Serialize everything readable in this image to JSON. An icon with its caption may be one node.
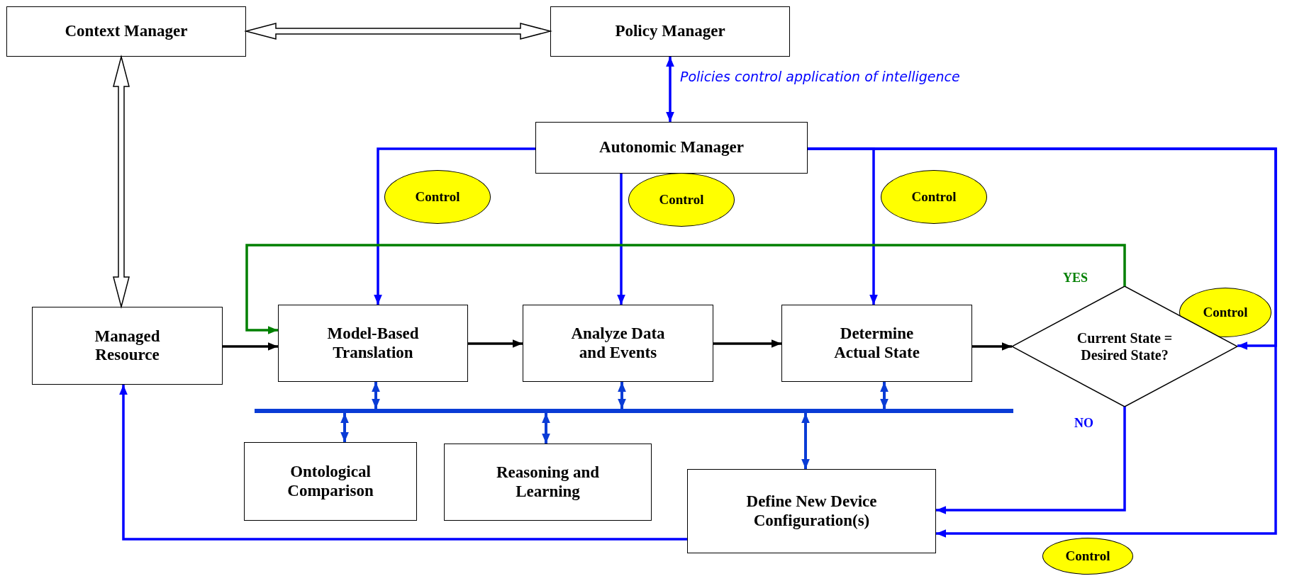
{
  "diagram": {
    "nodes": [
      {
        "text": [
          "Context Manager"
        ]
      },
      {
        "text": [
          "Policy Manager"
        ]
      },
      {
        "text": [
          "Autonomic Manager"
        ]
      },
      {
        "text": [
          "Managed Resource"
        ]
      },
      {
        "text": [
          "Model-Based Translation"
        ]
      },
      {
        "text": [
          "Analyze Data and Events"
        ]
      },
      {
        "text": [
          "Determine Actual State"
        ]
      },
      {
        "text": [
          "Current State = Desired State?"
        ]
      },
      {
        "text": [
          "Ontological Comparison"
        ]
      },
      {
        "text": [
          "Reasoning and Learning"
        ]
      },
      {
        "text": [
          "Define New Device Configuration(s)"
        ]
      },
      {
        "text": [],
        "shape": "bar"
      },
      {
        "text": [
          "Control"
        ]
      },
      {
        "text": [
          "Control"
        ]
      },
      {
        "text": [
          "Control"
        ]
      },
      {
        "text": [
          "Control"
        ]
      },
      {
        "text": [
          "Control"
        ]
      }
    ],
    "edges": [
      {
        "from": 0,
        "to": 1,
        "arrow": "both",
        "style": "thick"
      },
      {
        "from": 0,
        "to": 3,
        "arrow": "both",
        "style": "thick"
      },
      {
        "from": 1,
        "to": 2,
        "arrow": "both",
        "label": "Policies control application of intelligence",
        "color": "#0000ff"
      },
      {
        "from": 2,
        "to": 4,
        "arrow": "to",
        "color": "#0000ff"
      },
      {
        "from": 2,
        "to": 5,
        "arrow": "to",
        "color": "#0000ff"
      },
      {
        "from": 2,
        "to": 6,
        "arrow": "to",
        "color": "#0000ff"
      },
      {
        "from": 2,
        "to": 7,
        "arrow": "to",
        "color": "#0000ff"
      },
      {
        "from": 2,
        "to": 10,
        "arrow": "to",
        "color": "#0000ff"
      },
      {
        "from": 3,
        "to": 4,
        "arrow": "to",
        "color": "#000000"
      },
      {
        "from": 4,
        "to": 5,
        "arrow": "to",
        "color": "#000000"
      },
      {
        "from": 5,
        "to": 6,
        "arrow": "to",
        "color": "#000000"
      },
      {
        "from": 6,
        "to": 7,
        "arrow": "to",
        "color": "#000000"
      },
      {
        "from": 7,
        "to": 4,
        "arrow": "to",
        "label": "YES",
        "color": "#008000"
      },
      {
        "from": 7,
        "to": 10,
        "arrow": "to",
        "label": "NO",
        "color": "#0000ff"
      },
      {
        "from": 10,
        "to": 3,
        "arrow": "to",
        "color": "#0000ff"
      },
      {
        "from": 4,
        "to": 11,
        "arrow": "both",
        "color": "#0a3cd6"
      },
      {
        "from": 5,
        "to": 11,
        "arrow": "both",
        "color": "#0a3cd6"
      },
      {
        "from": 6,
        "to": 11,
        "arrow": "both",
        "color": "#0a3cd6"
      },
      {
        "from": 11,
        "to": 8,
        "arrow": "both",
        "color": "#0a3cd6"
      },
      {
        "from": 11,
        "to": 9,
        "arrow": "both",
        "color": "#0a3cd6"
      },
      {
        "from": 11,
        "to": 10,
        "arrow": "both",
        "color": "#0a3cd6"
      }
    ]
  }
}
